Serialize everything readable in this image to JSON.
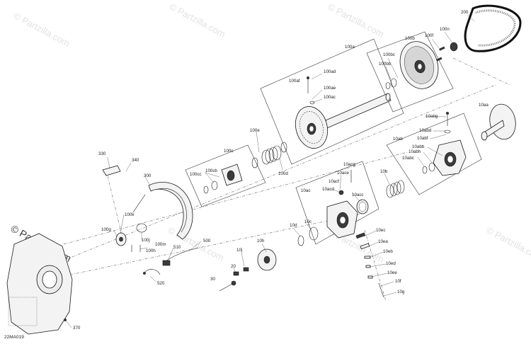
{
  "diagram": {
    "code": "22MA019",
    "watermark": "© Partzilla.com",
    "labels": [
      {
        "id": "200",
        "text": "200"
      },
      {
        "id": "100f",
        "text": "100f"
      },
      {
        "id": "100n",
        "text": "100n"
      },
      {
        "id": "100b",
        "text": "100b"
      },
      {
        "id": "100a",
        "text": "100a"
      },
      {
        "id": "100bc",
        "text": "100bc"
      },
      {
        "id": "100bb",
        "text": "100bb"
      },
      {
        "id": "100ad",
        "text": "100ad"
      },
      {
        "id": "100af",
        "text": "100af"
      },
      {
        "id": "100ae",
        "text": "100ae"
      },
      {
        "id": "100ac",
        "text": "100ac"
      },
      {
        "id": "10aa",
        "text": "10aa"
      },
      {
        "id": "10abg",
        "text": "10abg"
      },
      {
        "id": "10abd",
        "text": "10abd"
      },
      {
        "id": "10abf",
        "text": "10abf"
      },
      {
        "id": "10ab",
        "text": "10ab"
      },
      {
        "id": "10abb",
        "text": "10abb"
      },
      {
        "id": "10abh",
        "text": "10abh"
      },
      {
        "id": "10abc",
        "text": "10abc"
      },
      {
        "id": "100e",
        "text": "100e"
      },
      {
        "id": "100c",
        "text": "100c"
      },
      {
        "id": "100cb",
        "text": "100cb"
      },
      {
        "id": "100cc",
        "text": "100cc"
      },
      {
        "id": "100d",
        "text": "100d"
      },
      {
        "id": "10acg",
        "text": "10acg"
      },
      {
        "id": "10ace",
        "text": "10ace"
      },
      {
        "id": "10acf",
        "text": "10acf"
      },
      {
        "id": "10acd",
        "text": "10acd"
      },
      {
        "id": "10ac",
        "text": "10ac"
      },
      {
        "id": "10acc",
        "text": "10acc"
      },
      {
        "id": "10b",
        "text": "10b"
      },
      {
        "id": "330",
        "text": "330"
      },
      {
        "id": "340",
        "text": "340"
      },
      {
        "id": "300",
        "text": "300"
      },
      {
        "id": "100k",
        "text": "100k"
      },
      {
        "id": "100g",
        "text": "100g"
      },
      {
        "id": "100j",
        "text": "100j"
      },
      {
        "id": "100m",
        "text": "100m"
      },
      {
        "id": "100h",
        "text": "100h"
      },
      {
        "id": "510",
        "text": "510"
      },
      {
        "id": "500",
        "text": "500"
      },
      {
        "id": "520",
        "text": "520"
      },
      {
        "id": "10d",
        "text": "10d"
      },
      {
        "id": "10c",
        "text": "10c"
      },
      {
        "id": "10h",
        "text": "10h"
      },
      {
        "id": "10j",
        "text": "10j"
      },
      {
        "id": "20",
        "text": "20"
      },
      {
        "id": "30",
        "text": "30"
      },
      {
        "id": "10ec",
        "text": "10ec"
      },
      {
        "id": "10ea",
        "text": "10ea"
      },
      {
        "id": "10eb",
        "text": "10eb"
      },
      {
        "id": "10ed",
        "text": "10ed"
      },
      {
        "id": "10ee",
        "text": "10ee"
      },
      {
        "id": "10f",
        "text": "10f"
      },
      {
        "id": "10g",
        "text": "10g"
      },
      {
        "id": "370",
        "text": "370"
      }
    ]
  }
}
